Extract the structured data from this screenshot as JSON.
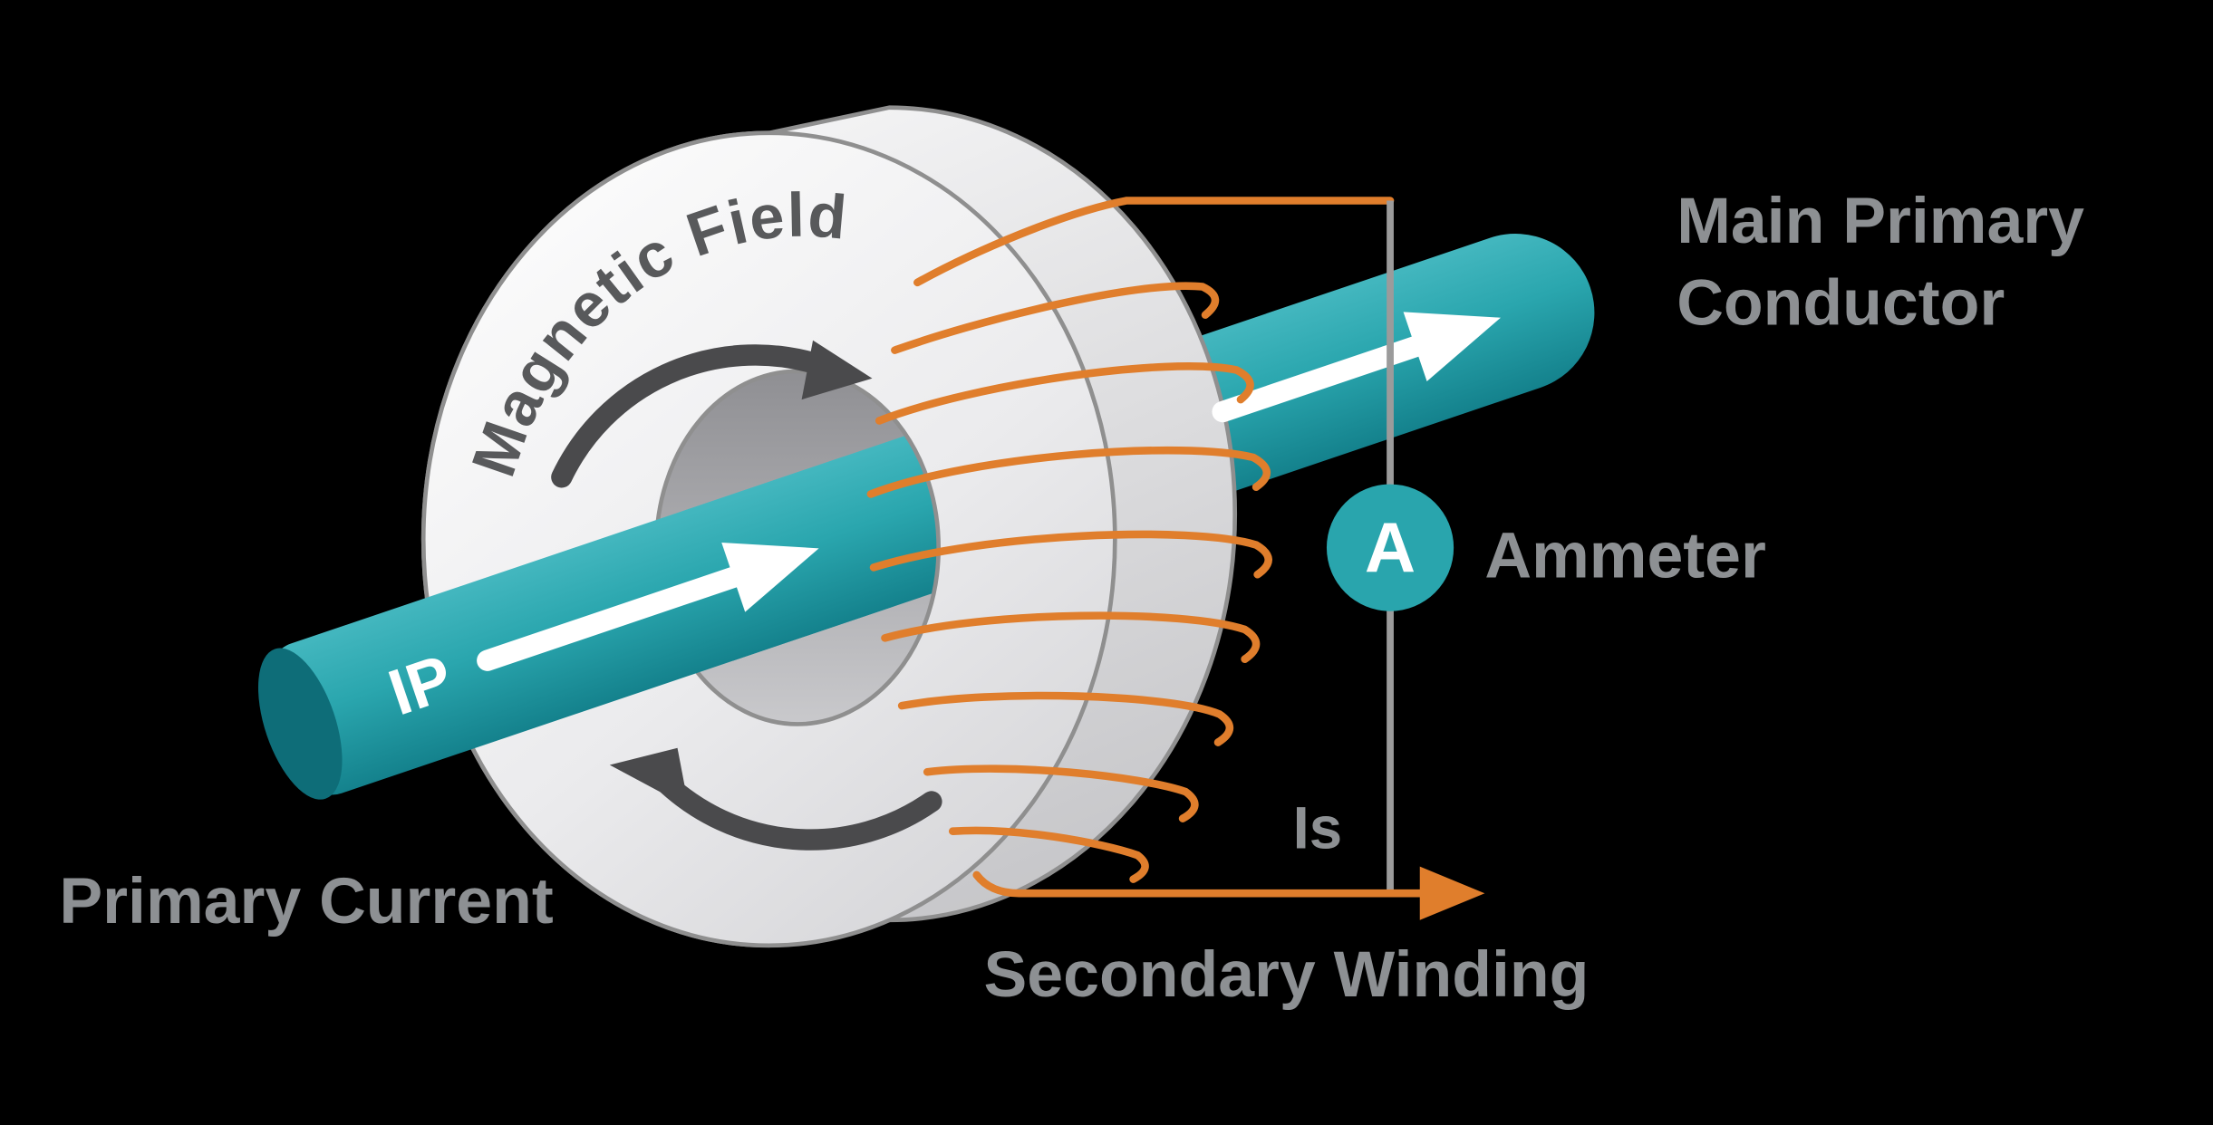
{
  "labels": {
    "magnetic_field": "Magnetic Field",
    "primary_current": "Primary Current",
    "primary_current_symbol": "IP",
    "secondary_winding": "Secondary Winding",
    "secondary_current_symbol": "Is",
    "ammeter": "Ammeter",
    "ammeter_symbol": "A",
    "main_primary_conductor_line1": "Main Primary",
    "main_primary_conductor_line2": "Conductor"
  },
  "colors": {
    "background": "#000000",
    "conductor_teal": "#2AA6AE",
    "conductor_teal_dark": "#13808B",
    "winding_orange": "#E07E2C",
    "core_light_gray": "#EDEDEF",
    "core_outline_gray": "#8F8F8F",
    "label_gray": "#8D9093",
    "field_text_gray": "#58595B",
    "field_arrow_gray": "#4A4A4C",
    "circuit_line_gray": "#9B9B9B",
    "arrow_white": "#FFFFFF"
  }
}
